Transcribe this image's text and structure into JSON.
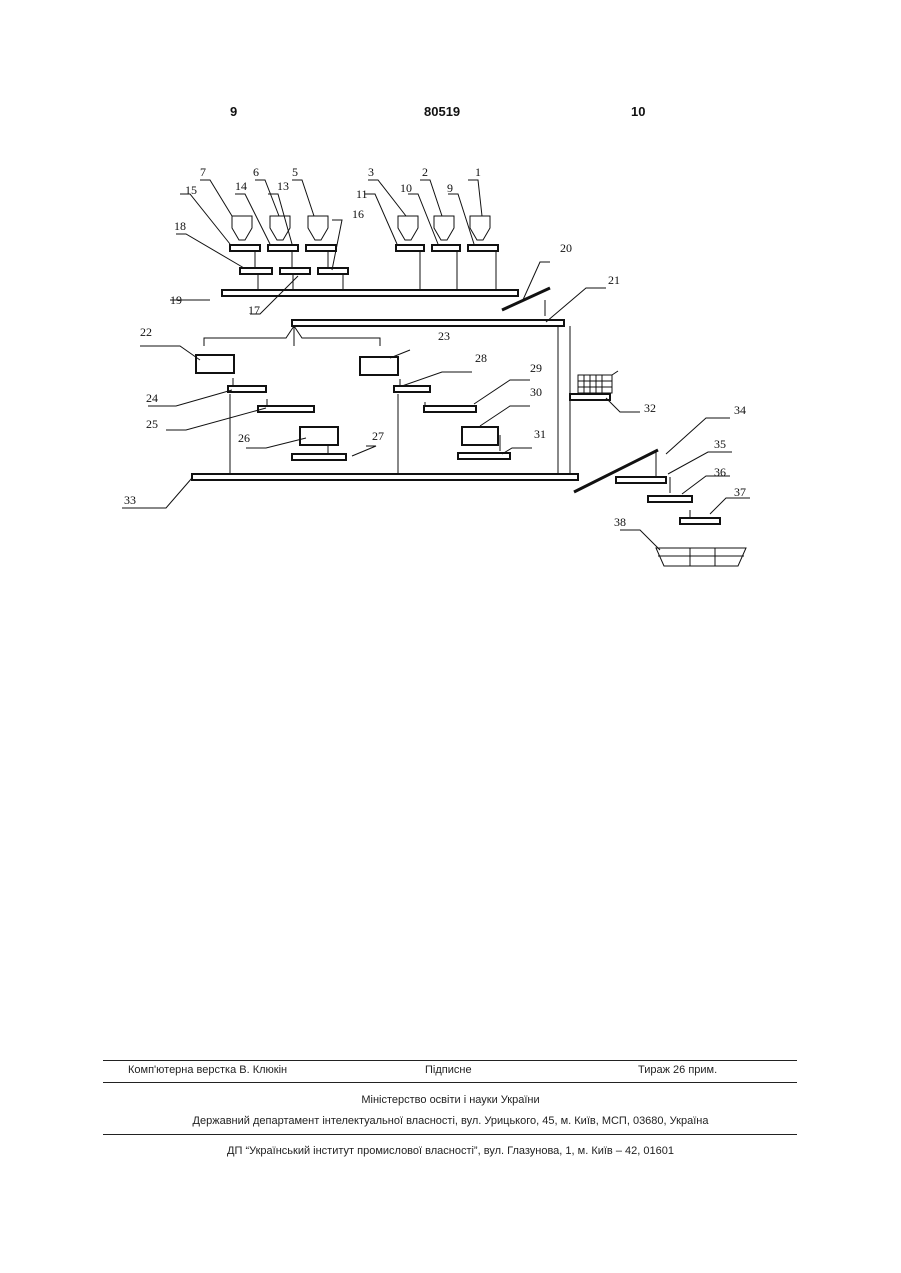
{
  "header": {
    "page_left": "9",
    "patent_number": "80519",
    "page_right": "10"
  },
  "figure": {
    "labels": [
      "1",
      "2",
      "3",
      "5",
      "6",
      "7",
      "9",
      "10",
      "11",
      "13",
      "14",
      "15",
      "16",
      "17",
      "18",
      "19",
      "20",
      "21",
      "22",
      "23",
      "24",
      "25",
      "26",
      "27",
      "28",
      "29",
      "30",
      "31",
      "32",
      "33",
      "34",
      "35",
      "36",
      "37",
      "38"
    ]
  },
  "footer": {
    "layout": "Комп'ютерна верстка В. Клюкін",
    "signed": "Підписне",
    "circulation": "Тираж 26 прим.",
    "ministry": "Міністерство освіти і науки України",
    "department": "Державний департамент інтелектуальної власності, вул. Урицького, 45, м. Київ, МСП, 03680, Україна",
    "institute": "ДП “Український інститут промислової власності”, вул. Глазунова, 1, м. Київ – 42, 01601"
  }
}
